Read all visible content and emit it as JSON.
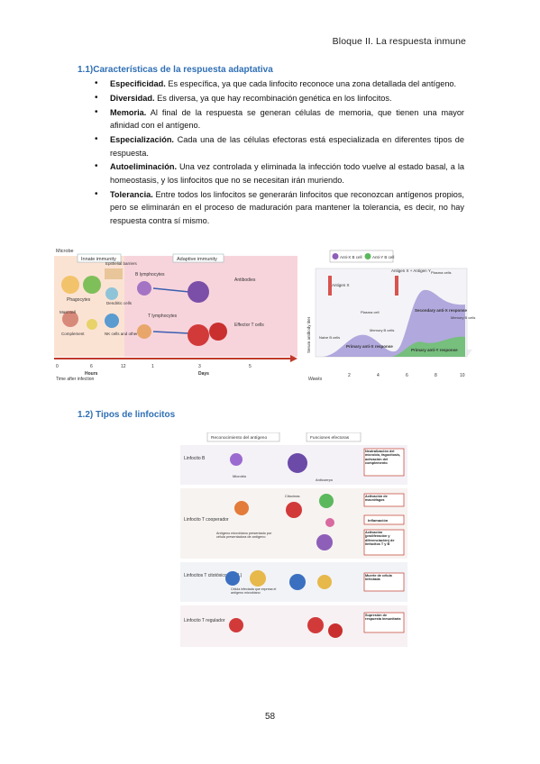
{
  "header": {
    "text": "Bloque II. La respuesta inmune"
  },
  "section_1": {
    "title": "1.1)Características de la respuesta adaptativa",
    "bullets": [
      {
        "term": "Especificidad.",
        "text": " Es específica, ya que cada linfocito reconoce una zona detallada del antígeno."
      },
      {
        "term": "Diversidad.",
        "text": " Es diversa, ya que hay recombinación genética en los linfocitos."
      },
      {
        "term": "Memoria.",
        "text": " Al final de la respuesta se generan células de memoria, que tienen una mayor afinidad con el antígeno."
      },
      {
        "term": "Especialización.",
        "text": " Cada una de las células efectoras está especializada en diferentes tipos de respuesta."
      },
      {
        "term": "Autoeliminación.",
        "text": " Una vez controlada y eliminada la infección todo vuelve al estado basal, a la homeostasis, y los linfocitos que no se necesitan irán muriendo."
      },
      {
        "term": "Tolerancia.",
        "text": " Entre todos los linfocitos se generarán linfocitos que reconozcan antígenos propios, pero se eliminarán en el proceso de maduración para mantener la tolerancia, es decir, no hay respuesta contra sí mismo."
      }
    ]
  },
  "figure_1": {
    "microbe": "Microbe",
    "innate": "Innate immunity",
    "adaptive": "Adaptive immunity",
    "epithelial": "Epithelial barriers",
    "phagocytes": "Phagocytes",
    "dendritic": "Dendritic cells",
    "mast": "Mast cell",
    "complement": "Complement",
    "nk": "NK cells and other ILCs",
    "b_lymph": "B lymphocytes",
    "antibodies": "Antibodies",
    "t_lymph": "T lymphocytes",
    "effector": "Effector T cells",
    "ticks": [
      "0",
      "6",
      "12",
      "1",
      "3",
      "5"
    ],
    "hours": "Hours",
    "days": "Days",
    "time_label": "Time after infection"
  },
  "figure_2": {
    "legend_x": "Anti-X B cell",
    "legend_y": "Anti-Y B cell",
    "antigen_x": "Antigen X",
    "antigen_xy": "Antigen X + Antigen Y",
    "plasma1": "Plasma cell",
    "plasma2": "Plasma cells",
    "naive": "Naive B cells",
    "memory1": "Memory B cells",
    "memory2": "Memory B cells",
    "primary_x": "Primary anti-X response",
    "secondary_x": "Secondary anti-X response",
    "primary_y": "Primary anti-Y response",
    "ylabel": "Serum antibody titer",
    "weeks": "Weeks",
    "ticks": [
      "2",
      "4",
      "6",
      "8",
      "10"
    ]
  },
  "section_2": {
    "title": "1.2) Tipos de linfocitos"
  },
  "figure_3": {
    "col1": "Reconocimiento del antígeno",
    "col2": "Funciones efectoras",
    "row1": "Linfocito B",
    "row2": "Linfocito T cooperador",
    "row3": "Linfocitos T citotóxicos (CTL)",
    "row4": "Linfocito T regulador",
    "microbio": "Microbio",
    "anticuerpo": "Anticuerpo",
    "citocinas": "Citocinas",
    "antigeno_presentado": "Antígeno microbiano presentado por célula presentadora de antígeno",
    "celula_infectada": "Célula infectada que expresa el antígeno microbiano",
    "out1": "Neutralización del microbio, fagocitosis, activación del complemento",
    "out2": "Activación de macrófagos",
    "out3": "Inflamación",
    "out4": "Activación (proliferación y diferenciación) de linfocitos T y B",
    "out5": "Muerte de célula infectada",
    "out6": "Supresión de respuesta inmunitaria"
  },
  "page": {
    "number": "58"
  }
}
